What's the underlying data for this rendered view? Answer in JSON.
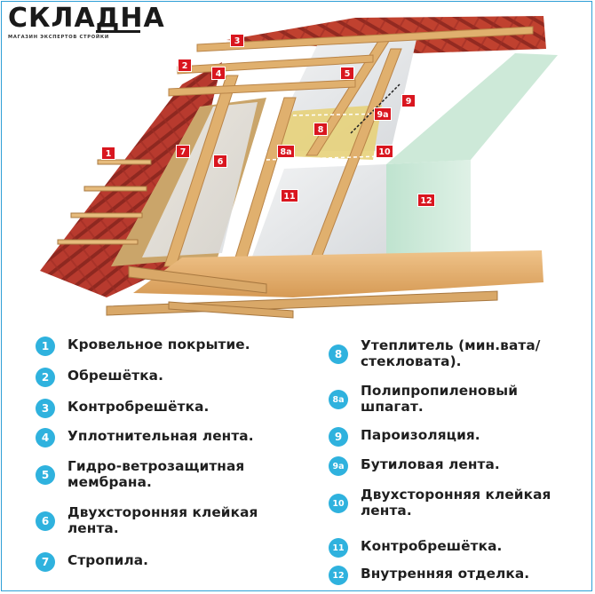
{
  "brand": {
    "name": "СКЛАДНА",
    "tagline": "МАГАЗИН ЭКСПЕРТОВ СТРОЙКИ"
  },
  "diagram_tags": [
    {
      "n": "1"
    },
    {
      "n": "2"
    },
    {
      "n": "3"
    },
    {
      "n": "4"
    },
    {
      "n": "5"
    },
    {
      "n": "6"
    },
    {
      "n": "7"
    },
    {
      "n": "8"
    },
    {
      "n": "8a"
    },
    {
      "n": "9"
    },
    {
      "n": "9a"
    },
    {
      "n": "10"
    },
    {
      "n": "11"
    },
    {
      "n": "12"
    }
  ],
  "legend": [
    {
      "n": "1",
      "text": "Кровельное покрытие."
    },
    {
      "n": "2",
      "text": "Обрешётка."
    },
    {
      "n": "3",
      "text": "Контробрешётка."
    },
    {
      "n": "4",
      "text": "Уплотнительная лента."
    },
    {
      "n": "5",
      "text": "Гидро-ветрозащитная мембрана."
    },
    {
      "n": "6",
      "text": "Двухсторонняя клейкая лента."
    },
    {
      "n": "7",
      "text": "Стропила."
    },
    {
      "n": "8",
      "text": "Утеплитель (мин.вата/ стекловата)."
    },
    {
      "n": "8a",
      "text": "Полипропиленовый шпагат."
    },
    {
      "n": "9",
      "text": "Пароизоляция."
    },
    {
      "n": "9a",
      "text": "Бутиловая лента."
    },
    {
      "n": "10",
      "text": "Двухсторонняя клейкая лента."
    },
    {
      "n": "11",
      "text": "Контробрешётка."
    },
    {
      "n": "12",
      "text": "Внутренняя отделка."
    }
  ],
  "colors": {
    "accent": "#2fb2de",
    "tag": "#d9161f",
    "frame": "#2e9fd6",
    "roof": "#b5332a",
    "wood": "#d9a868",
    "membrane": "#e6e8ea",
    "finish": "#cfe8d9"
  }
}
